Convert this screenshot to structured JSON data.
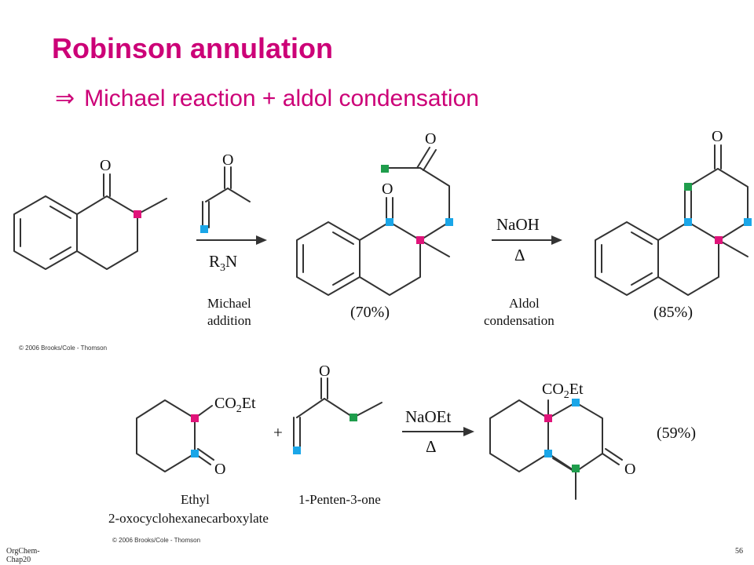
{
  "slide": {
    "title": "Robinson annulation",
    "subtitle_arrow": "⇒",
    "subtitle": "Michael reaction + aldol condensation",
    "footer_left_line1": "OrgChem-",
    "footer_left_line2": "Chap20",
    "page_number": "56"
  },
  "scheme1": {
    "reagent1_above": "",
    "reagent1_below": "R3N",
    "step1_caption_line1": "Michael",
    "step1_caption_line2": "addition",
    "yield1": "(70%)",
    "reagent2_above": "NaOH",
    "reagent2_below": "Δ",
    "step2_caption_line1": "Aldol",
    "step2_caption_line2": "condensation",
    "yield2": "(85%)",
    "atom_O": "O",
    "copyright": "© 2006 Brooks/Cole - Thomson"
  },
  "scheme2": {
    "substituent": "CO2Et",
    "atom_O": "O",
    "plus": "+",
    "reagent_above": "NaOEt",
    "reagent_below": "Δ",
    "yield": "(59%)",
    "caption_a_line1": "Ethyl",
    "caption_a_line2": "2-oxocyclohexanecarboxylate",
    "caption_b": "1-Penten-3-one",
    "copyright": "© 2006 Brooks/Cole - Thomson"
  },
  "colors": {
    "title": "#cc0077",
    "marker_magenta": "#e0147a",
    "marker_cyan": "#1aa6e8",
    "marker_green": "#1f9d4c"
  }
}
